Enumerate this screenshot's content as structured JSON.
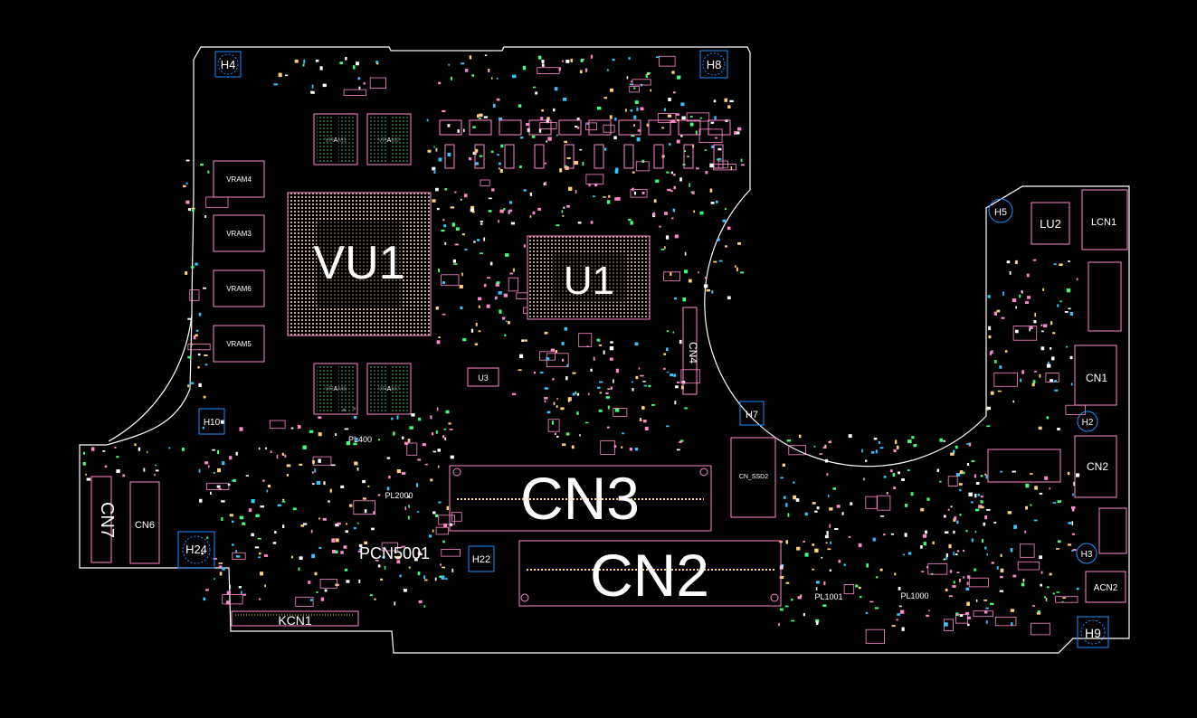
{
  "colors": {
    "background": "#000000",
    "outline": "#ffffff",
    "component": "#ff88cc",
    "label": "#ffffff",
    "pad": "#ffd27a",
    "hole": "#1e90ff",
    "pin_blue": "#35c6ff",
    "pin_green": "#3dff7a",
    "chip_fill": "#c8a890"
  },
  "big_labels": {
    "vu1": "VU1",
    "u1": "U1",
    "cn3": "CN3",
    "cn2": "CN2"
  },
  "labels": {
    "pcn5001": "PCN5001",
    "kcn1": "KCN1",
    "cn7": "CN7",
    "cn6": "CN6",
    "cn4": "CN4",
    "u3": "U3",
    "lu2": "LU2",
    "lcn1": "LCN1",
    "cn1": "CN1",
    "cn2_side": "CN2",
    "acn2": "ACN2",
    "vram1": "VRAM1",
    "vram2": "VRAM2",
    "vram3": "VRAM3",
    "vram4": "VRAM4",
    "vram5": "VRAM5",
    "vram6": "VRAM6",
    "vram7": "VRAM7",
    "vram8": "VRAM8",
    "cn_ssd2": "CN_SSD2",
    "pl1001": "PL1001",
    "pl1000": "PL1000",
    "pl2000": "PL2000",
    "pl400": "PL400"
  },
  "holes": {
    "h4": "H4",
    "h8": "H8",
    "h5": "H5",
    "h7": "H7",
    "h2": "H2",
    "h3": "H3",
    "h9": "H9",
    "h10": "H10",
    "h24": "H24",
    "h22": "H22"
  }
}
